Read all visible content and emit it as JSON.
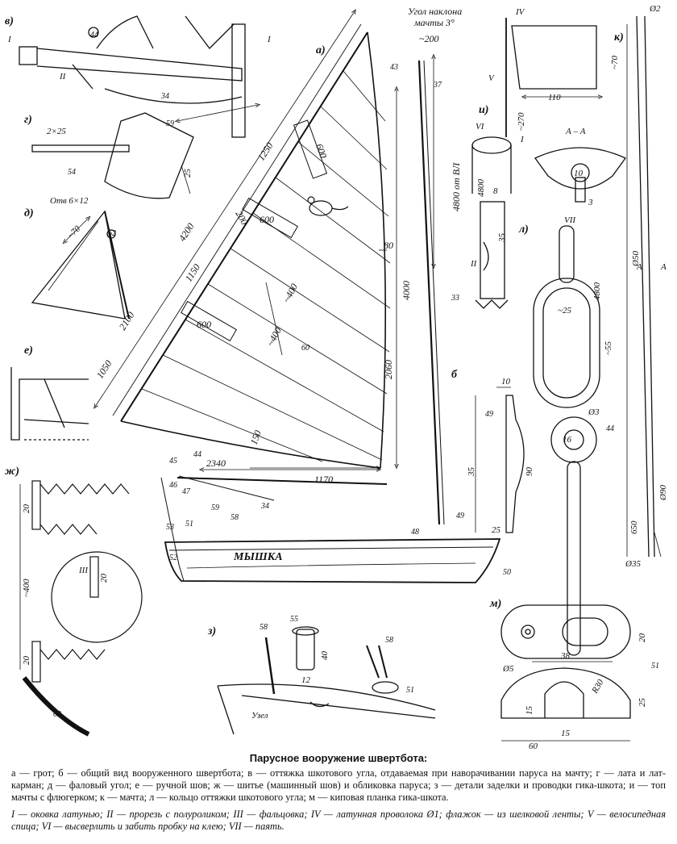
{
  "views": {
    "a": "а)",
    "b": "б",
    "v": "в)",
    "g": "г)",
    "d": "д)",
    "e": "е)",
    "zh": "ж)",
    "z": "з)",
    "i": "и)",
    "k": "к)",
    "l": "л)",
    "m": "м)"
  },
  "sail": {
    "mast_angle_line1": "Угол наклона",
    "mast_angle_line2": "мачты 3°",
    "dim_200": "~200",
    "dim_4200": "4200",
    "dim_2100": "2100",
    "dim_1050": "1050",
    "dim_1250": "1250",
    "dim_1150": "1150",
    "dim_600_batten1": "600",
    "dim_600_batten2": "600",
    "dim_600_batten3": "600",
    "dim_200_pocket": "200",
    "dim_400_a": "~400",
    "dim_400_b": "~400",
    "dim_80": "80",
    "dim_4000": "4000",
    "dim_4800_vl": "4800 от ВЛ",
    "dim_2060": "2060",
    "dim_2340": "2340",
    "dim_1170": "1170",
    "dim_150": "150",
    "boat_name": "МЫШКА"
  },
  "parts": {
    "p33": "33",
    "p34": "34",
    "p37": "37",
    "p43": "43",
    "p44": "44",
    "p45": "45",
    "p46": "46",
    "p47": "47",
    "p48": "48",
    "p49": "49",
    "p50": "50",
    "p51": "51",
    "p52": "52",
    "p53": "53",
    "p54": "54",
    "p55": "55",
    "p58": "58",
    "p59": "59",
    "p60": "60",
    "p62": "62",
    "p63": "63"
  },
  "roman": {
    "r1": "I",
    "r2": "II",
    "r3": "III",
    "r4": "IV",
    "r5": "V",
    "r6": "VI",
    "r7": "VII"
  },
  "details": {
    "batten_size": "2×25",
    "dim_25_g": "25",
    "hole_label": "Отв 6×12",
    "dim_70_d": "~70",
    "dim_20_zh1": "20",
    "dim_400_zh": "~400",
    "dim_20_zh2": "20",
    "dim_20_zh3": "20",
    "dim_40_z": "40",
    "dim_12_z": "12",
    "knot_label": "Узел",
    "dim_70_top": "~70",
    "dim_110": "110",
    "dim_270": "~270",
    "dim_8": "8",
    "dim_4800_i": "4800",
    "dim_35": "35",
    "section_aa": "А – А",
    "dim_10": "10",
    "dim_3": "3",
    "dim_25_l": "~25",
    "dim_55": "~55",
    "dim_4800_l": "4800",
    "dim_3_l": "Ø3",
    "dim_16": "16",
    "dim_10_49": "10",
    "dim_35_49": "35",
    "dim_90": "90",
    "dim_25_49": "25",
    "mast_d2": "Ø2",
    "mast_d50": "Ø50",
    "mast_a1": "А",
    "mast_a2": "А",
    "mast_d90": "Ø90",
    "mast_650": "650",
    "mast_d35": "Ø35",
    "dim_38": "38",
    "dim_20_m": "20",
    "dim_25_m": "25",
    "dim_5_m": "Ø5",
    "dim_r30": "R30",
    "dim_15_a": "15",
    "dim_15_b": "15",
    "dim_60": "60"
  },
  "caption": {
    "title": "Парусное вооружение швертбота:",
    "legend": "а — грот; б — общий вид вооруженного швертбота; в — оттяжка шкотового угла, отдаваемая при наворачивании паруса на мачту; г — лата и лат-карман; д — фаловый угол; е — ручной шов; ж — шитье (машинный шов) и обликовка паруса; з — детали заделки и проводки гика-шкота; и — топ мачты с флюгерком; к — мачта; л — кольцо оттяжки шкотового угла; м — киповая планка гика-шкота.",
    "notes": "I — оковка латунью; II — прорезь с полуроликом; III — фальцовка; IV — латунная проволока Ø1; флажок — из шелковой ленты; V — велосипедная спица; VI — высверлить и забить пробку на клею; VII — паять."
  }
}
